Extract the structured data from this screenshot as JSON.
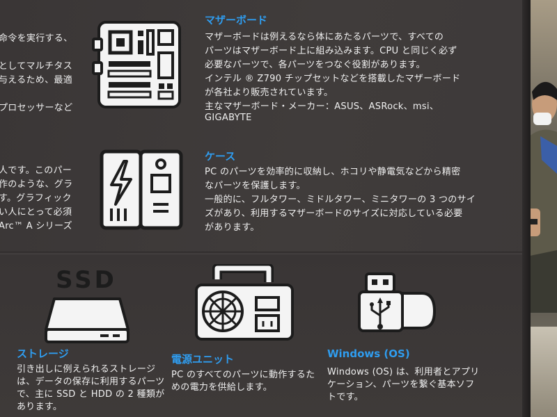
{
  "left_fragments": [
    "命令を実行する、",
    "としてマルチタス",
    "与えるため、最適",
    "プロセッサーなど",
    "人です。このパー",
    "作のような、グラ",
    "す。グラフィック",
    "い人にとって必須",
    "Arc™ A シリーズ"
  ],
  "motherboard": {
    "icon": "motherboard-icon",
    "title": "マザーボード",
    "lines": [
      "マザーボードは例えるなら体にあたるパーツで、すべての",
      "パーツはマザーボード上に組み込みます。CPU と同じく必ず",
      "必要なパーツで、各パーツをつなぐ役割があります。",
      "インテル ® Z790 チップセットなどを搭載したマザーボード",
      "が各社より販売されています。",
      "主なマザーボード・メーカー：ASUS、ASRock、msi、",
      "GIGABYTE"
    ]
  },
  "case": {
    "icon": "pc-case-icon",
    "title": "ケース",
    "lines": [
      "PC のパーツを効率的に収納し、ホコリや静電気などから精密",
      "なパーツを保護します。",
      "一般的に、フルタワー、ミドルタワー、ミニタワーの 3 つのサイ",
      "ズがあり、利用するマザーボードのサイズに対応している必要",
      "があります。"
    ]
  },
  "storage": {
    "icon": "ssd-icon",
    "icon_text": "SSD",
    "title": "ストレージ",
    "lines": [
      "引き出しに例えられるストレージ",
      "は、データの保存に利用するパーツ",
      "で、主に SSD と HDD の 2 種類が",
      "あります。"
    ]
  },
  "power": {
    "icon": "power-supply-icon",
    "title": "電源ユニット",
    "lines": [
      "PC のすべてのパーツに動作するた",
      "めの電力を供給します。"
    ]
  },
  "windows": {
    "icon": "usb-drive-icon",
    "title": "Windows (OS)",
    "lines": [
      "Windows (OS) は、利用者とアプリ",
      "ケーション、パーツを繋ぐ基本ソフ",
      "トです。"
    ]
  },
  "colors": {
    "board": "#3b3838",
    "heading": "#2f9df0",
    "body_text": "#f0f0f0",
    "icon_fill": "#f4f4f4",
    "icon_stroke": "#1c1c1c"
  }
}
